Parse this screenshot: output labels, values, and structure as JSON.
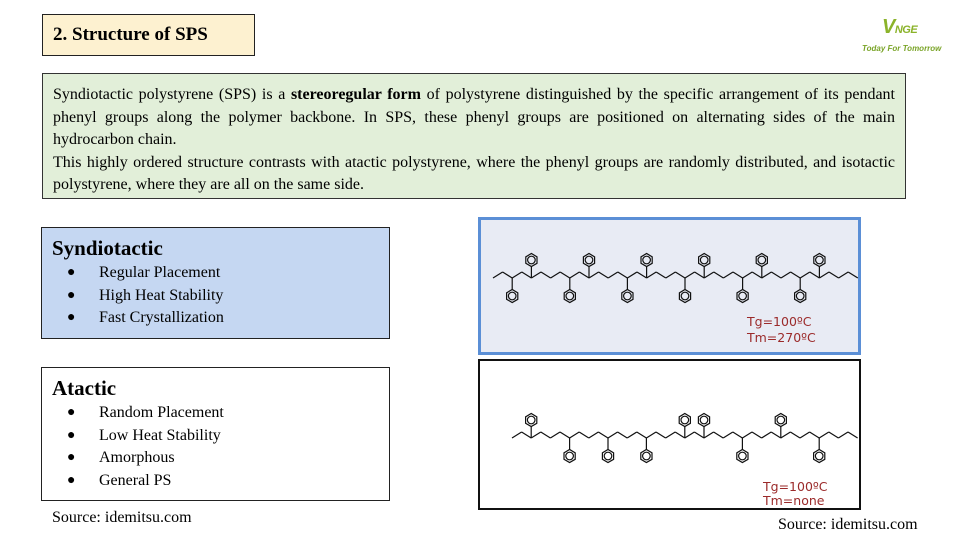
{
  "slide": {
    "title": "2. Structure of SPS",
    "logo": {
      "mark_big": "V",
      "mark_rest": "NGE",
      "tagline": "Today For Tomorrow"
    },
    "intro": {
      "p1_before": "Syndiotactic polystyrene (SPS) is a ",
      "p1_bold": "stereoregular form",
      "p1_after": " of polystyrene distinguished by the specific arrangement of its pendant phenyl groups along the polymer backbone. In SPS, these phenyl groups are positioned on alternating sides of the main hydrocarbon chain.",
      "p2": "This highly ordered structure contrasts with atactic polystyrene, where the phenyl groups are randomly distributed, and isotactic polystyrene, where they are all on the same side."
    },
    "syndiotactic": {
      "title": "Syndiotactic",
      "bullet": "●",
      "items": [
        "Regular Placement",
        "High Heat Stability",
        "Fast Crystallization"
      ],
      "tg": "Tg=100ºC",
      "tm": "Tm=270ºC"
    },
    "atactic": {
      "title": "Atactic",
      "bullet": "●",
      "items": [
        "Random Placement",
        "Low Heat Stability",
        "Amorphous",
        "General PS"
      ],
      "tg": "Tg=100ºC",
      "tm": "Tm=none"
    },
    "source_left": "Source: idemitsu.com",
    "source_right": "Source: idemitsu.com",
    "colors": {
      "title_bg": "#fdf1d0",
      "intro_bg": "#e2efd9",
      "synd_bg": "#c5d7f2",
      "synd_panel_border": "#5b8fd6",
      "temp_text": "#9b2a2a",
      "logo_green": "#8bb32a"
    }
  }
}
